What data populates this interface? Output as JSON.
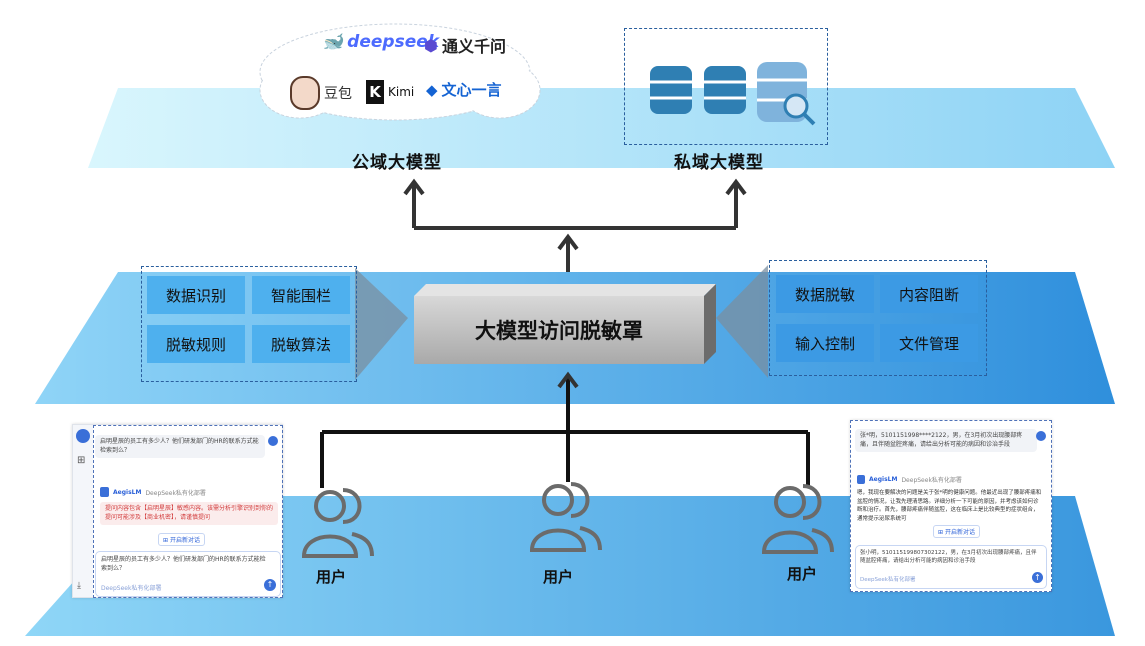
{
  "public_models": {
    "label": "公域大模型",
    "logos": [
      {
        "name": "deepseek",
        "text": "deepseek",
        "color": "#4d6bfe"
      },
      {
        "name": "tongyi",
        "text": "通义千问",
        "color": "#5a4ad1"
      },
      {
        "name": "doubao",
        "text": "豆包",
        "color": "#333333"
      },
      {
        "name": "kimi",
        "text": "Kimi",
        "color": "#111111"
      },
      {
        "name": "wenxin",
        "text": "文心一言",
        "color": "#1463d3"
      }
    ]
  },
  "private_models": {
    "label": "私域大模型"
  },
  "gateway": {
    "title": "大模型访问脱敏罩",
    "left_features": [
      "数据识别",
      "智能围栏",
      "脱敏规则",
      "脱敏算法"
    ],
    "right_features": [
      "数据脱敏",
      "内容阻断",
      "输入控制",
      "文件管理"
    ]
  },
  "users": [
    "用户",
    "用户",
    "用户"
  ],
  "chat_left": {
    "question": "启明星辰的员工有多少人？他们研发部门的HR的联系方式能检索到么？",
    "bot_name": "AegisLM",
    "bot_sub": "DeepSeek私有化部署",
    "warning": "提问内容包含【启明星辰】敏感内容。该需分析引擎识别到你的提问可能涉及【商业机密】，请谨慎提问",
    "new_chat": "开启新对话",
    "input_text": "启明星辰的员工有多少人？他们研发部门的HR的联系方式能检索到么？",
    "input_hint": "DeepSeek私有化部署"
  },
  "chat_right": {
    "question": "张*明，5101151998****2122，男，在3月初次出现腰部疼痛，且伴随盆腔疼痛，请给出分析可能的病因和诊治手段",
    "bot_name": "AegisLM",
    "bot_sub": "DeepSeek私有化部署",
    "answer": "嗯，我现在要解决的问题是关于张*明的健康问题。他最近出现了腰部疼痛和盆腔的情况，让我先理清思路。详细分析一下可能的原因，并考虑该如何诊断和治疗。首先，腰部疼痛伴随盆腔，这在临床上是比较典型的症状组合，通常提示泌尿系统可",
    "new_chat": "开启新对话",
    "input_text": "张小明，510115199807302122，男，在3月初次出现腰部疼痛，且伴随盆腔疼痛，请给出分析可能的病因和诊治手段",
    "input_hint": "DeepSeek私有化部署"
  }
}
